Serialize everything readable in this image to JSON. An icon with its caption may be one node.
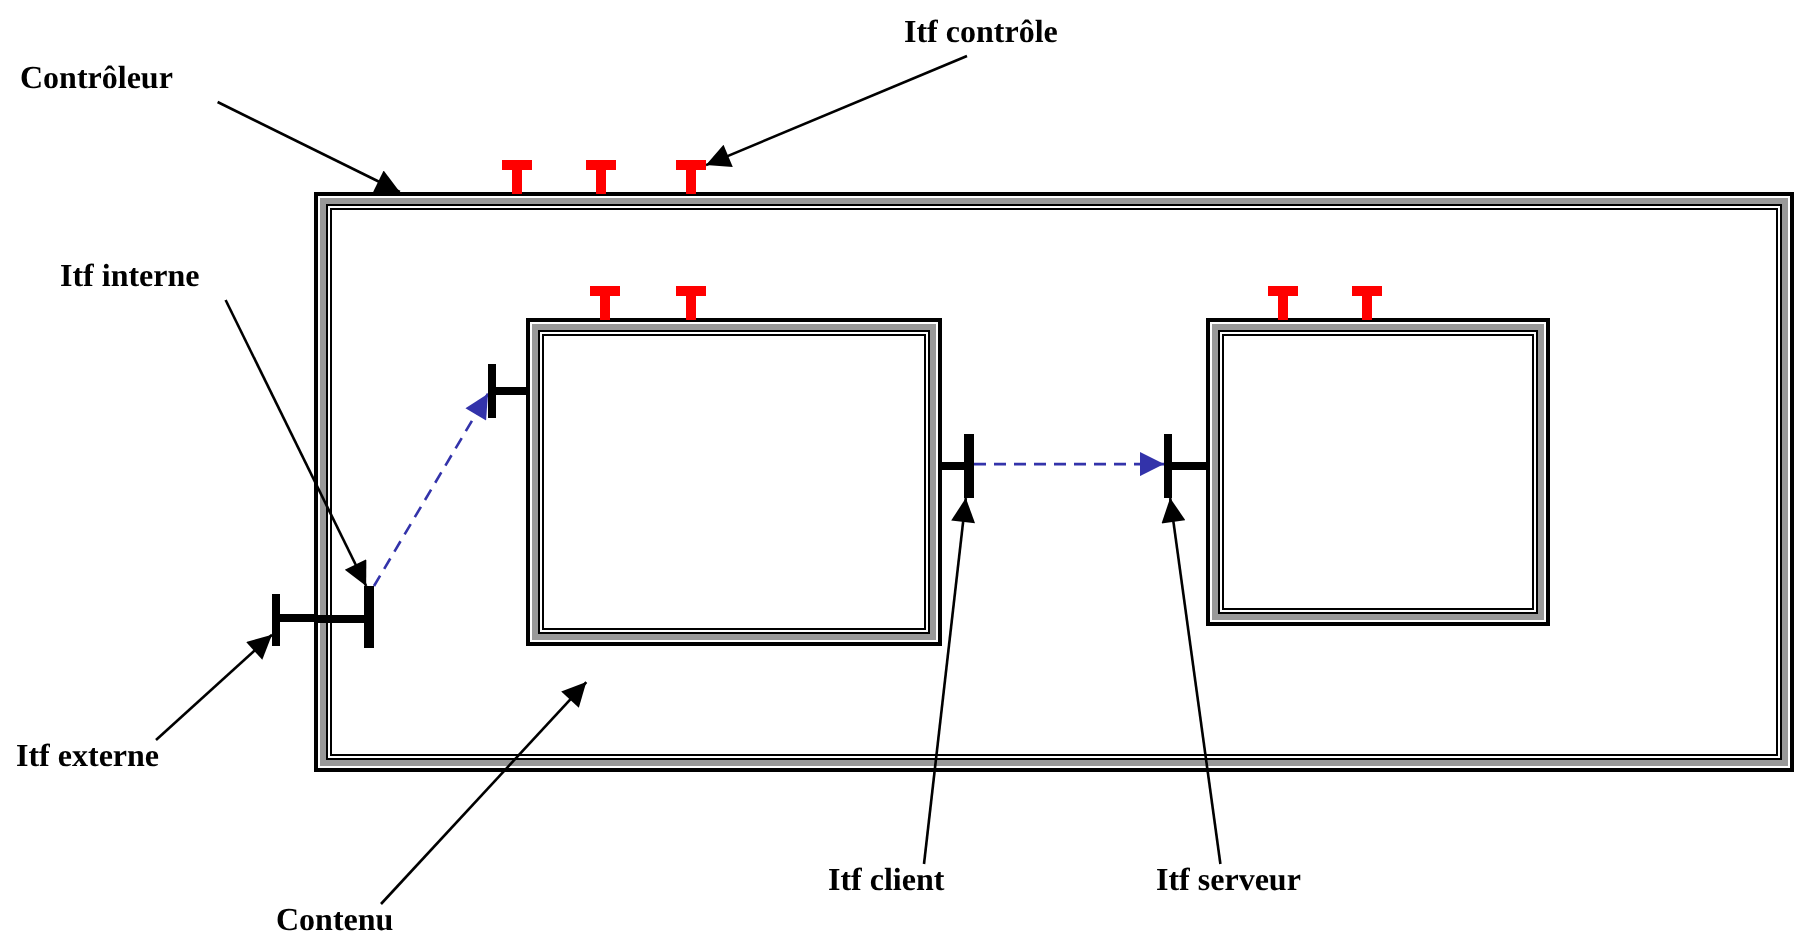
{
  "diagram": {
    "nodes": [
      {
        "text": [
          "Contrôleur"
        ]
      },
      {
        "text": [
          "Itf contrôle"
        ]
      },
      {
        "text": [
          "Itf interne"
        ]
      },
      {
        "text": [
          "Itf externe"
        ]
      },
      {
        "text": [
          "Contenu"
        ]
      },
      {
        "text": [
          "Itf client"
        ]
      },
      {
        "text": [
          "Itf serveur"
        ]
      },
      {
        "text": [],
        "shape": "box"
      },
      {
        "text": [],
        "shape": "bar"
      },
      {
        "text": [],
        "shape": "bar"
      },
      {
        "text": [],
        "shape": "bar",
        "in": 7
      },
      {
        "text": [],
        "shape": "box",
        "in": 7
      },
      {
        "text": [],
        "shape": "bar",
        "in": 7
      },
      {
        "text": [],
        "shape": "bar",
        "in": 7
      },
      {
        "text": [],
        "shape": "box",
        "in": 7
      },
      {
        "text": [],
        "shape": "bar",
        "in": 7
      }
    ],
    "edges": [
      {
        "from": 0,
        "to": 7,
        "arrow": "to"
      },
      {
        "from": 1,
        "to": 8,
        "arrow": "to"
      },
      {
        "from": 2,
        "to": 10,
        "arrow": "to"
      },
      {
        "from": 3,
        "to": 9,
        "arrow": "to"
      },
      {
        "from": 4,
        "to": 7,
        "arrow": "to"
      },
      {
        "from": 5,
        "to": 13,
        "arrow": "to"
      },
      {
        "from": 6,
        "to": 15,
        "arrow": "to"
      },
      {
        "from": 10,
        "to": 12,
        "arrow": "to",
        "style": "dashed",
        "color": "#3333aa"
      },
      {
        "from": 13,
        "to": 15,
        "arrow": "to",
        "style": "dashed",
        "color": "#3333aa"
      }
    ]
  }
}
